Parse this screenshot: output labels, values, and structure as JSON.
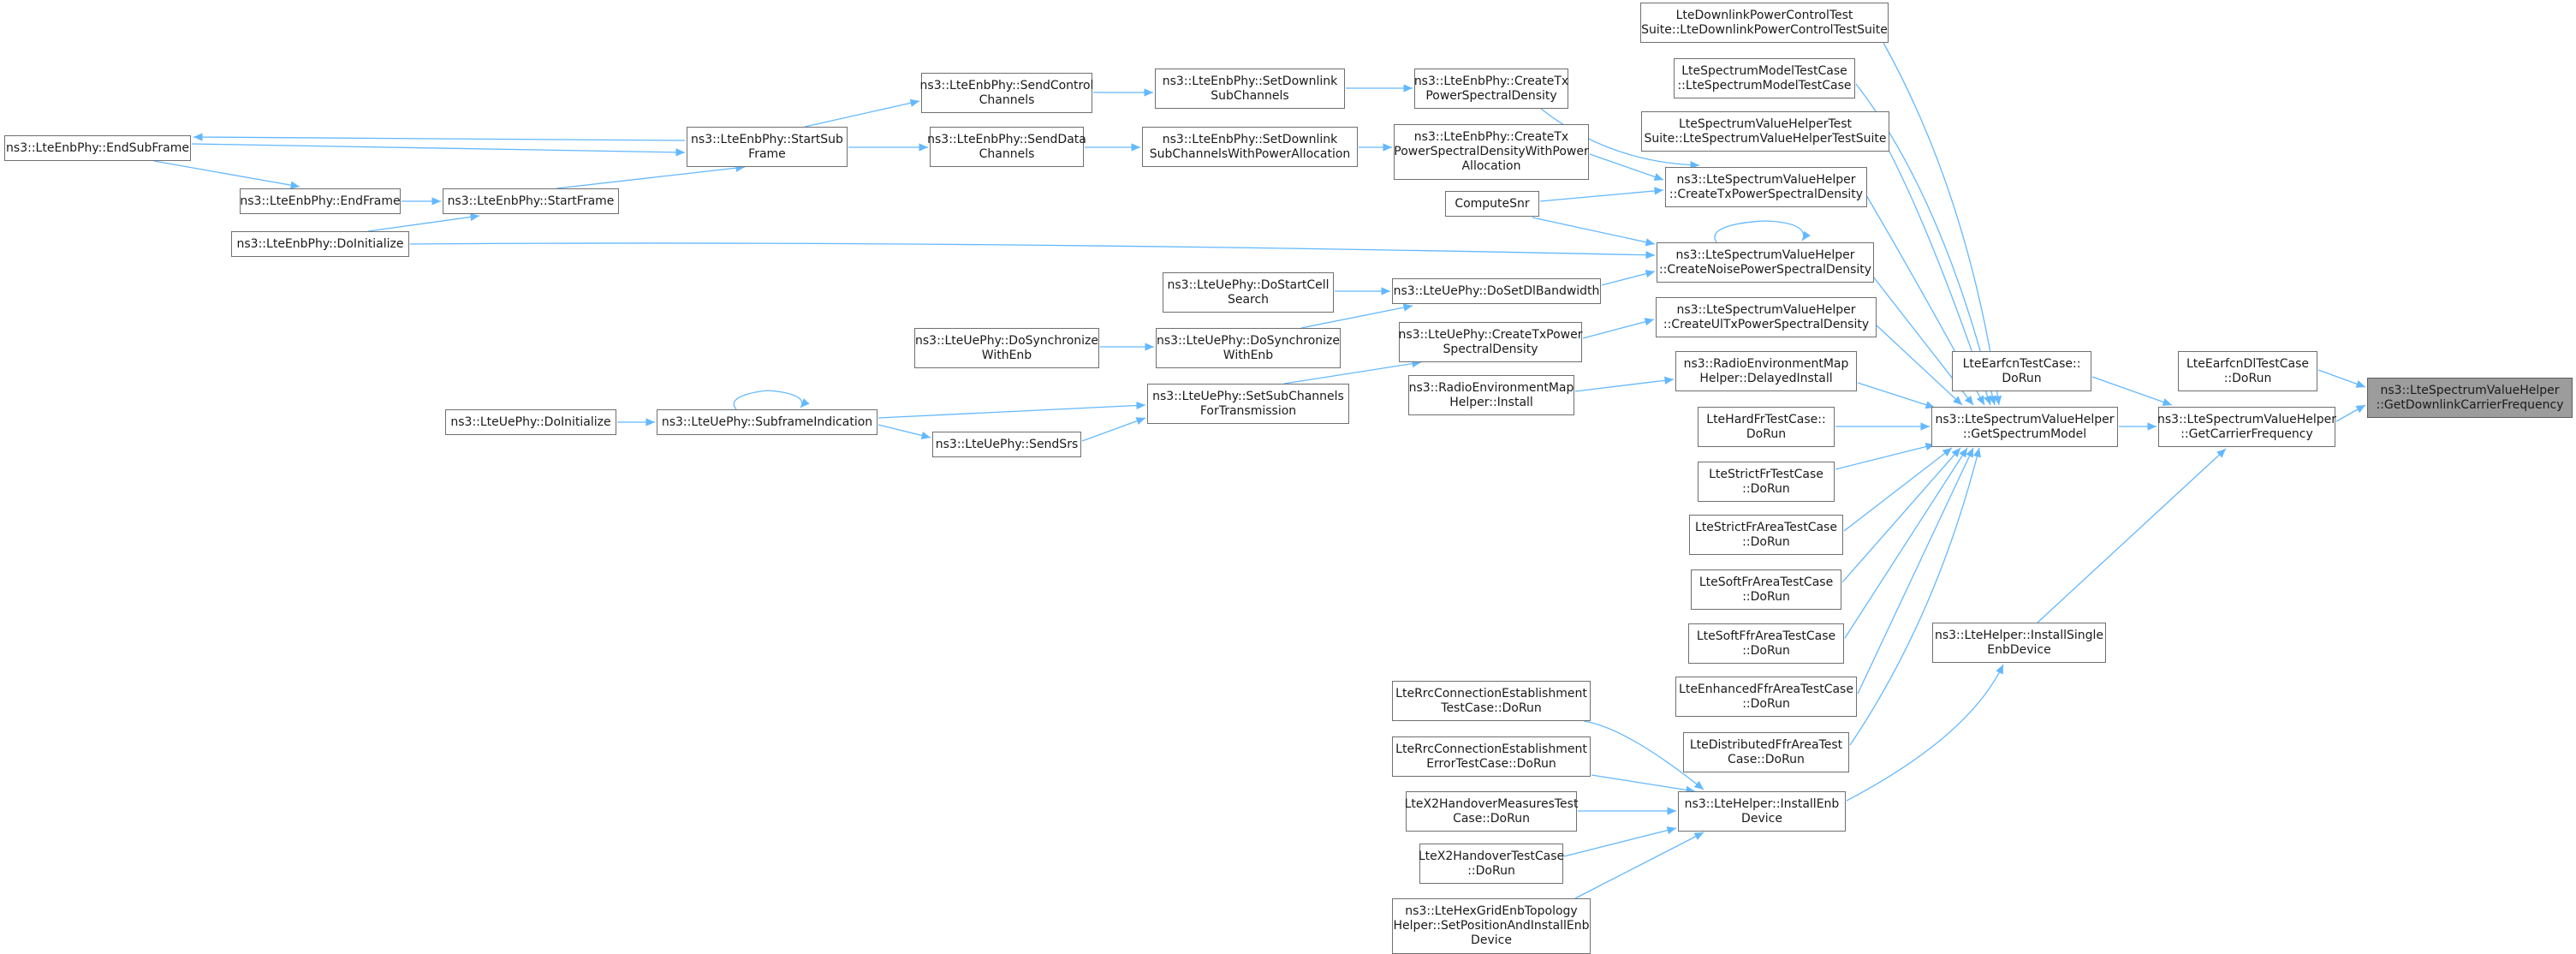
{
  "graph": {
    "title": "",
    "colors": {
      "edge": "#63b8ff",
      "node_border": "#6f6f6f",
      "node_fill": "#ffffff",
      "current_fill": "#9c9c9c"
    },
    "nodes": [
      {
        "id": "getdl",
        "label": "ns3::LteSpectrumValueHelper\n::GetDownlinkCarrierFrequency",
        "current": true
      },
      {
        "id": "getcarrier",
        "label": "ns3::LteSpectrumValueHelper\n::GetCarrierFrequency"
      },
      {
        "id": "earfcndl",
        "label": "LteEarfcnDlTestCase\n::DoRun"
      },
      {
        "id": "getspectrum",
        "label": "ns3::LteSpectrumValueHelper\n::GetSpectrumModel"
      },
      {
        "id": "installsingle",
        "label": "ns3::LteHelper::InstallSingle\nEnbDevice"
      },
      {
        "id": "earfcn",
        "label": "LteEarfcnTestCase::\nDoRun"
      },
      {
        "id": "dlpc",
        "label": "LteDownlinkPowerControlTest\nSuite::LteDownlinkPowerControlTestSuite"
      },
      {
        "id": "smtc",
        "label": "LteSpectrumModelTestCase\n::LteSpectrumModelTestCase"
      },
      {
        "id": "svhts",
        "label": "LteSpectrumValueHelperTest\nSuite::LteSpectrumValueHelperTestSuite"
      },
      {
        "id": "createtxpsd",
        "label": "ns3::LteSpectrumValueHelper\n::CreateTxPowerSpectralDensity"
      },
      {
        "id": "createnoise",
        "label": "ns3::LteSpectrumValueHelper\n::CreateNoisePowerSpectralDensity"
      },
      {
        "id": "createul",
        "label": "ns3::LteSpectrumValueHelper\n::CreateUlTxPowerSpectralDensity"
      },
      {
        "id": "delayed",
        "label": "ns3::RadioEnvironmentMap\nHelper::DelayedInstall"
      },
      {
        "id": "hardfr",
        "label": "LteHardFrTestCase::\nDoRun"
      },
      {
        "id": "strictfr",
        "label": "LteStrictFrTestCase\n::DoRun"
      },
      {
        "id": "strictfrarea",
        "label": "LteStrictFrAreaTestCase\n::DoRun"
      },
      {
        "id": "softfrarea",
        "label": "LteSoftFrAreaTestCase\n::DoRun"
      },
      {
        "id": "softffrarea",
        "label": "LteSoftFfrAreaTestCase\n::DoRun"
      },
      {
        "id": "enhancedffr",
        "label": "LteEnhancedFfrAreaTestCase\n::DoRun"
      },
      {
        "id": "distffr",
        "label": "LteDistributedFfrAreaTest\nCase::DoRun"
      },
      {
        "id": "installenb",
        "label": "ns3::LteHelper::InstallEnb\nDevice"
      },
      {
        "id": "rrc1",
        "label": "LteRrcConnectionEstablishment\nTestCase::DoRun"
      },
      {
        "id": "rrc2",
        "label": "LteRrcConnectionEstablishment\nErrorTestCase::DoRun"
      },
      {
        "id": "x2meas",
        "label": "LteX2HandoverMeasuresTest\nCase::DoRun"
      },
      {
        "id": "x2ho",
        "label": "LteX2HandoverTestCase\n::DoRun"
      },
      {
        "id": "hexgrid",
        "label": "ns3::LteHexGridEnbTopology\nHelper::SetPositionAndInstallEnb\nDevice"
      },
      {
        "id": "enbtxpsd",
        "label": "ns3::LteEnbPhy::CreateTx\nPowerSpectralDensity"
      },
      {
        "id": "enbtxpsdwpa",
        "label": "ns3::LteEnbPhy::CreateTx\nPowerSpectralDensityWithPower\nAllocation"
      },
      {
        "id": "computesnr",
        "label": "ComputeSnr"
      },
      {
        "id": "dosetdl",
        "label": "ns3::LteUePhy::DoSetDlBandwidth"
      },
      {
        "id": "uecreatetx",
        "label": "ns3::LteUePhy::CreateTxPower\nSpectralDensity"
      },
      {
        "id": "remhinstall",
        "label": "ns3::RadioEnvironmentMap\nHelper::Install"
      },
      {
        "id": "setdlsub",
        "label": "ns3::LteEnbPhy::SetDownlink\nSubChannels"
      },
      {
        "id": "setdlsubwpa",
        "label": "ns3::LteEnbPhy::SetDownlink\nSubChannelsWithPowerAllocation"
      },
      {
        "id": "dostartcell",
        "label": "ns3::LteUePhy::DoStartCell\nSearch"
      },
      {
        "id": "dosyncwithenb",
        "label": "ns3::LteUePhy::DoSynchronize\nWithEnb"
      },
      {
        "id": "setsubch",
        "label": "ns3::LteUePhy::SetSubChannels\nForTransmission"
      },
      {
        "id": "sendctrl",
        "label": "ns3::LteEnbPhy::SendControl\nChannels"
      },
      {
        "id": "senddata",
        "label": "ns3::LteEnbPhy::SendData\nChannels"
      },
      {
        "id": "dosyncwithenb2",
        "label": "ns3::LteUePhy::DoSynchronize\nWithEnb"
      },
      {
        "id": "sendsrs",
        "label": "ns3::LteUePhy::SendSrs"
      },
      {
        "id": "startsub",
        "label": "ns3::LteEnbPhy::StartSub\nFrame"
      },
      {
        "id": "subframeind",
        "label": "ns3::LteUePhy::SubframeIndication"
      },
      {
        "id": "startframe",
        "label": "ns3::LteEnbPhy::StartFrame"
      },
      {
        "id": "endsubframe",
        "label": "ns3::LteEnbPhy::EndSubFrame"
      },
      {
        "id": "endframe",
        "label": "ns3::LteEnbPhy::EndFrame"
      },
      {
        "id": "doinit",
        "label": "ns3::LteEnbPhy::DoInitialize"
      },
      {
        "id": "uedoinit",
        "label": "ns3::LteUePhy::DoInitialize"
      }
    ],
    "edges": [
      {
        "from": "getcarrier",
        "to": "getdl"
      },
      {
        "from": "earfcndl",
        "to": "getdl"
      },
      {
        "from": "getspectrum",
        "to": "getcarrier"
      },
      {
        "from": "installsingle",
        "to": "getcarrier"
      },
      {
        "from": "earfcn",
        "to": "getcarrier"
      },
      {
        "from": "dlpc",
        "to": "getspectrum"
      },
      {
        "from": "smtc",
        "to": "getspectrum"
      },
      {
        "from": "svhts",
        "to": "getspectrum"
      },
      {
        "from": "createtxpsd",
        "to": "getspectrum"
      },
      {
        "from": "createnoise",
        "to": "getspectrum"
      },
      {
        "from": "createul",
        "to": "getspectrum"
      },
      {
        "from": "delayed",
        "to": "getspectrum"
      },
      {
        "from": "hardfr",
        "to": "getspectrum"
      },
      {
        "from": "strictfr",
        "to": "getspectrum"
      },
      {
        "from": "strictfrarea",
        "to": "getspectrum"
      },
      {
        "from": "softfrarea",
        "to": "getspectrum"
      },
      {
        "from": "softffrarea",
        "to": "getspectrum"
      },
      {
        "from": "enhancedffr",
        "to": "getspectrum"
      },
      {
        "from": "distffr",
        "to": "getspectrum"
      },
      {
        "from": "installenb",
        "to": "installsingle"
      },
      {
        "from": "rrc1",
        "to": "installenb"
      },
      {
        "from": "rrc2",
        "to": "installenb"
      },
      {
        "from": "x2meas",
        "to": "installenb"
      },
      {
        "from": "x2ho",
        "to": "installenb"
      },
      {
        "from": "hexgrid",
        "to": "installenb"
      },
      {
        "from": "enbtxpsd",
        "to": "createtxpsd"
      },
      {
        "from": "enbtxpsdwpa",
        "to": "createtxpsd"
      },
      {
        "from": "computesnr",
        "to": "createtxpsd"
      },
      {
        "from": "computesnr",
        "to": "createnoise"
      },
      {
        "from": "createnoise",
        "to": "createnoise"
      },
      {
        "from": "dosetdl",
        "to": "createnoise"
      },
      {
        "from": "doinit",
        "to": "createnoise"
      },
      {
        "from": "uecreatetx",
        "to": "createul"
      },
      {
        "from": "remhinstall",
        "to": "delayed"
      },
      {
        "from": "setdlsub",
        "to": "enbtxpsd"
      },
      {
        "from": "setdlsubwpa",
        "to": "enbtxpsdwpa"
      },
      {
        "from": "dostartcell",
        "to": "dosetdl"
      },
      {
        "from": "dosyncwithenb",
        "to": "dosetdl"
      },
      {
        "from": "setsubch",
        "to": "uecreatetx"
      },
      {
        "from": "sendctrl",
        "to": "setdlsub"
      },
      {
        "from": "senddata",
        "to": "setdlsubwpa"
      },
      {
        "from": "dosyncwithenb2",
        "to": "dosyncwithenb"
      },
      {
        "from": "subframeind",
        "to": "setsubch"
      },
      {
        "from": "sendsrs",
        "to": "setsubch"
      },
      {
        "from": "startsub",
        "to": "sendctrl"
      },
      {
        "from": "startsub",
        "to": "senddata"
      },
      {
        "from": "subframeind",
        "to": "sendsrs"
      },
      {
        "from": "subframeind",
        "to": "subframeind"
      },
      {
        "from": "uedoinit",
        "to": "subframeind"
      },
      {
        "from": "startframe",
        "to": "startsub"
      },
      {
        "from": "endsubframe",
        "to": "startsub"
      },
      {
        "from": "startsub",
        "to": "endsubframe"
      },
      {
        "from": "endframe",
        "to": "startframe"
      },
      {
        "from": "doinit",
        "to": "startframe"
      },
      {
        "from": "endsubframe",
        "to": "endframe"
      }
    ]
  }
}
